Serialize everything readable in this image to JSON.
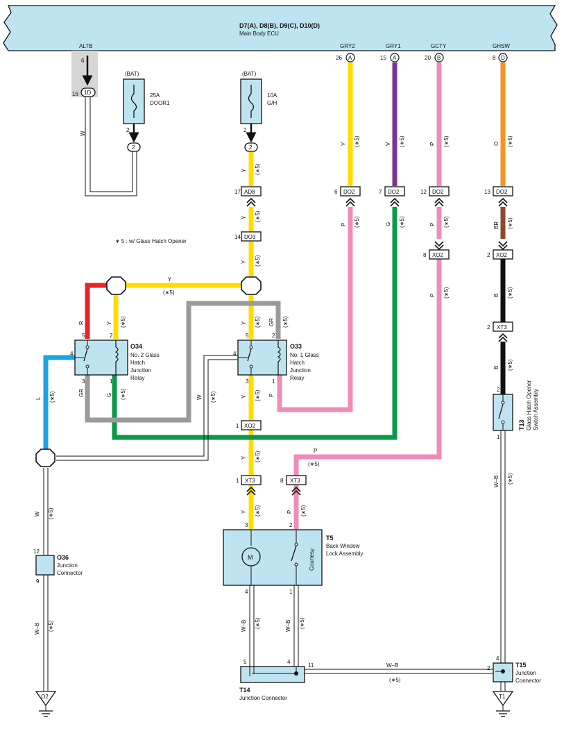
{
  "ecu": {
    "title": "D7(A), D8(B), D9(C), D10(D)",
    "subtitle": "Main Body ECU",
    "pins": [
      {
        "name": "ALTB",
        "num": "6"
      },
      {
        "name": "GRY2",
        "num": "26",
        "conn": "A"
      },
      {
        "name": "GRY1",
        "num": "15",
        "conn": "A"
      },
      {
        "name": "GCTY",
        "num": "20",
        "conn": "B"
      },
      {
        "name": "GHSW",
        "num": "8",
        "conn": "D"
      }
    ]
  },
  "note": "∗ 5 : w/ Glass Hatch Opener",
  "ann": "(∗5)",
  "bat": "(BAT)",
  "fuses": [
    {
      "rating": "25A",
      "name": "DOOR1",
      "pin": "2",
      "conn": "2"
    },
    {
      "rating": "10A",
      "name": "G/H",
      "pin": "2",
      "conn": "2"
    }
  ],
  "connectors": {
    "c1d": {
      "label": "1D",
      "pin": "16"
    },
    "ad8": {
      "label": "AD8",
      "pin": "17"
    },
    "do3": {
      "label": "DO3",
      "pin": "14"
    },
    "do2a": {
      "label": "DO2",
      "pin": "6"
    },
    "do2b": {
      "label": "DO2",
      "pin": "7"
    },
    "do2c": {
      "label": "DO2",
      "pin": "12"
    },
    "do2d": {
      "label": "DO2",
      "pin": "13"
    },
    "xo2c": {
      "label": "XO2",
      "pin": "8"
    },
    "xo2d": {
      "label": "XO2",
      "pin": "2"
    },
    "xt3d": {
      "label": "XT3",
      "pin": "2"
    },
    "xo2m": {
      "label": "XO2",
      "pin": "1"
    },
    "xt3m": {
      "label": "XT3",
      "pin": "1"
    },
    "xt3p": {
      "label": "XT3",
      "pin": "8"
    }
  },
  "wire_colors": {
    "Y": "#ffdd00",
    "V": "#7b3594",
    "P": "#f08cb8",
    "O": "#f39426",
    "BR": "#8b4a2b",
    "B": "#111111",
    "G": "#0a9a48",
    "GR": "#9a9a9a",
    "R": "#e8242b",
    "L": "#1aa6e0",
    "W": "#ffffff"
  },
  "wire_labels": {
    "w": "W",
    "y": "Y",
    "v": "V",
    "p": "P",
    "o": "O",
    "br": "BR",
    "b": "B",
    "g": "G",
    "gr": "GR",
    "r": "R",
    "l": "L",
    "wb": "W–B"
  },
  "components": {
    "o34": {
      "id": "O34",
      "name": [
        "No. 2 Glass",
        "Hatch",
        "Junction",
        "Relay"
      ],
      "pins": [
        "5",
        "2",
        "4",
        "3",
        "1"
      ]
    },
    "o33": {
      "id": "O33",
      "name": [
        "No. 1 Glass",
        "Hatch",
        "Junction",
        "Relay"
      ],
      "pins": [
        "5",
        "2",
        "4",
        "3",
        "1"
      ]
    },
    "t5": {
      "id": "T5",
      "name": [
        "Back Window",
        "Lock Assembly"
      ],
      "motor": "M",
      "switch": "Courtesy",
      "pins": [
        "3",
        "2",
        "4",
        "1"
      ]
    },
    "t13": {
      "id": "T13",
      "name": [
        "Glass Hatch Opener",
        "Switch Assembly"
      ],
      "pins": [
        "2",
        "1"
      ]
    },
    "o36": {
      "id": "O36",
      "name": [
        "Junction",
        "Connector"
      ],
      "pins": [
        "12",
        "9"
      ]
    },
    "t14": {
      "id": "T14",
      "name": "Junction Connector",
      "pins": [
        "5",
        "4",
        "11"
      ]
    },
    "t15": {
      "id": "T15",
      "name": [
        "Junction",
        "Connector"
      ],
      "pins": [
        "2",
        "4"
      ]
    }
  },
  "grounds": {
    "left": "O2",
    "right": "T1"
  }
}
